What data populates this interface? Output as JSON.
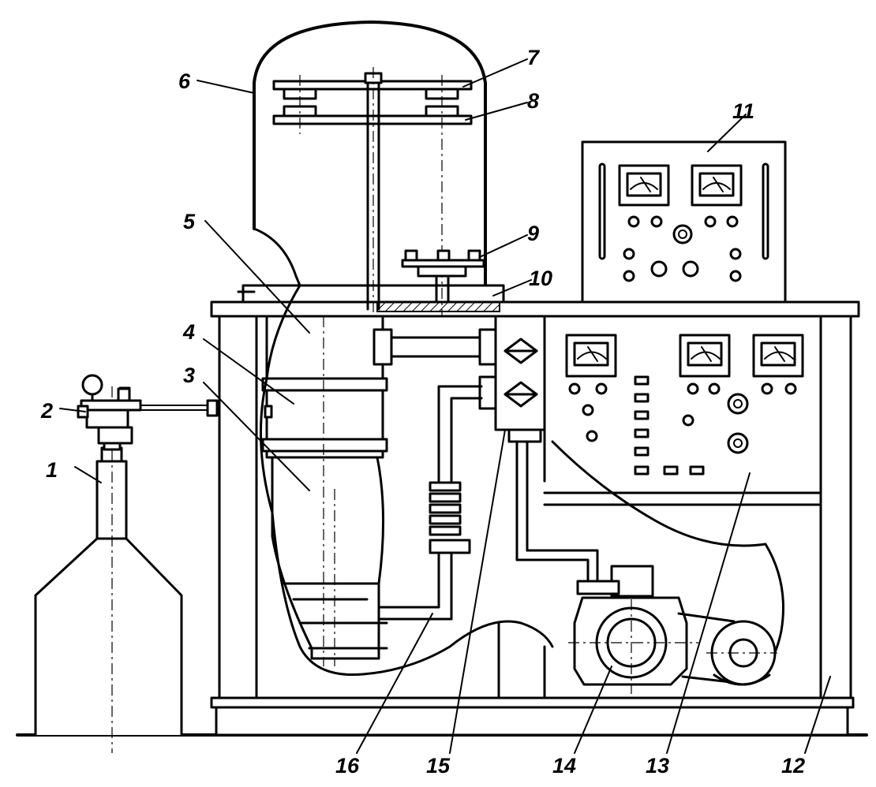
{
  "labels": [
    {
      "id": "1",
      "text": "1",
      "part": "gas-cylinder"
    },
    {
      "id": "2",
      "text": "2",
      "part": "pressure-regulator"
    },
    {
      "id": "3",
      "text": "3",
      "part": "lower-chamber-section"
    },
    {
      "id": "4",
      "text": "4",
      "part": "middle-chamber-section"
    },
    {
      "id": "5",
      "text": "5",
      "part": "upper-chamber-section"
    },
    {
      "id": "6",
      "text": "6",
      "part": "bell-jar-cap"
    },
    {
      "id": "7",
      "text": "7",
      "part": "upper-disk"
    },
    {
      "id": "8",
      "text": "8",
      "part": "lower-disk"
    },
    {
      "id": "9",
      "text": "9",
      "part": "substrate-holder"
    },
    {
      "id": "10",
      "text": "10",
      "part": "base-plate"
    },
    {
      "id": "11",
      "text": "11",
      "part": "upper-control-panel"
    },
    {
      "id": "12",
      "text": "12",
      "part": "frame-leg"
    },
    {
      "id": "13",
      "text": "13",
      "part": "lower-control-panel"
    },
    {
      "id": "14",
      "text": "14",
      "part": "vacuum-pump"
    },
    {
      "id": "15",
      "text": "15",
      "part": "valve-block"
    },
    {
      "id": "16",
      "text": "16",
      "part": "vacuum-pipeline"
    }
  ]
}
